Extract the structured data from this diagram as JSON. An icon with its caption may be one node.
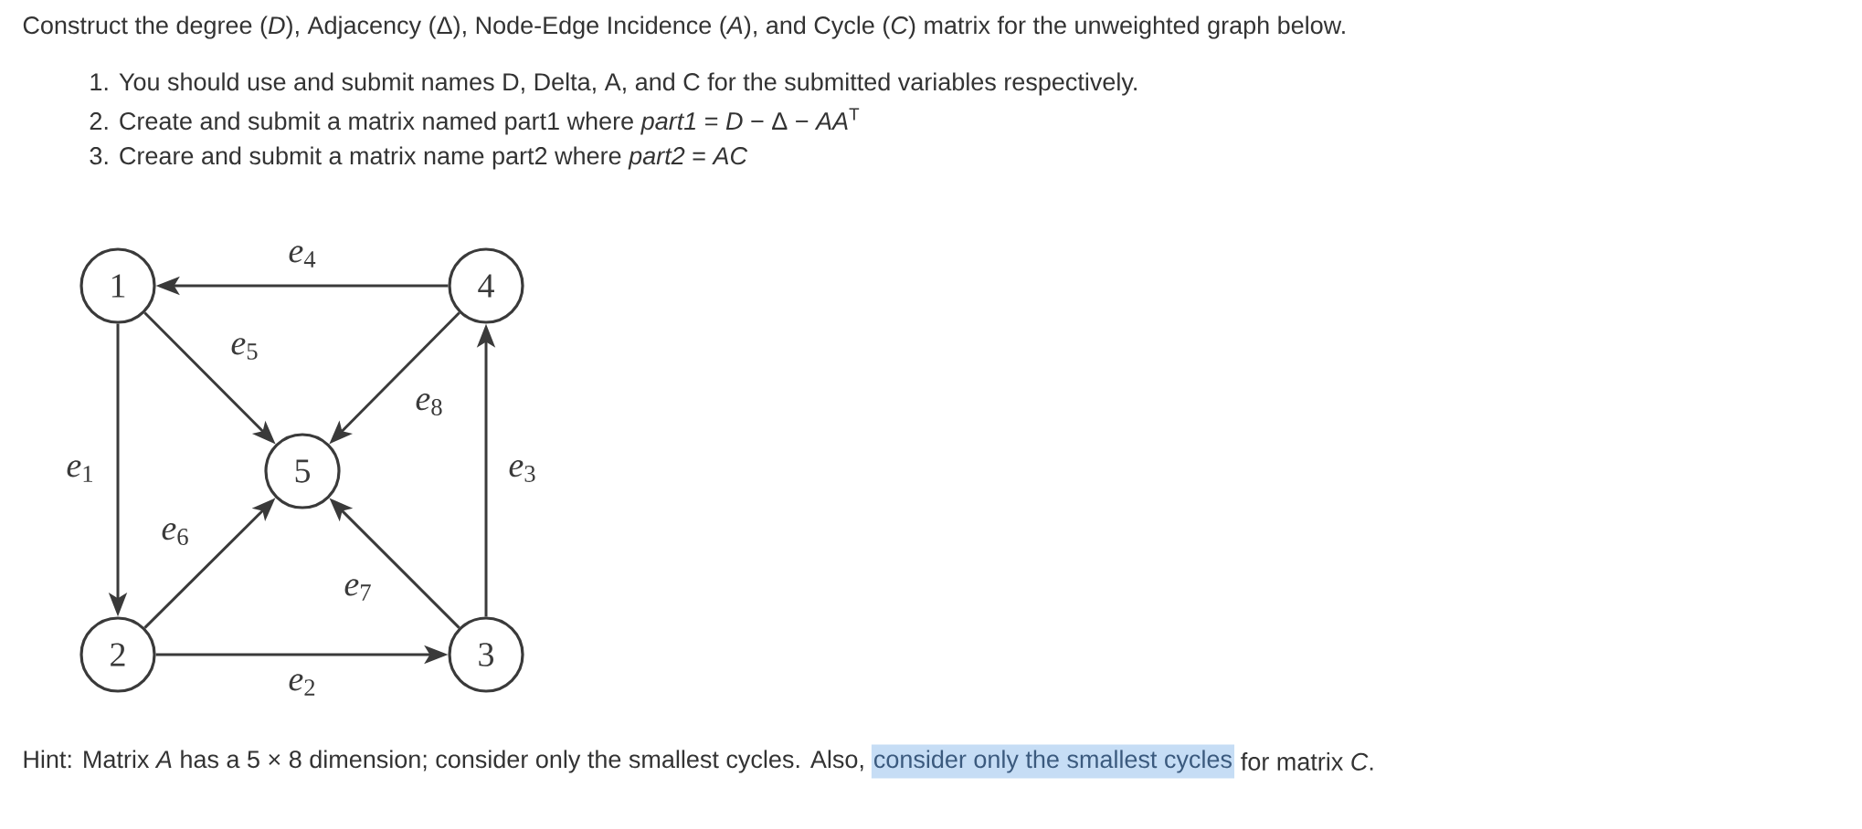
{
  "diagram": {
    "nodes": [
      {
        "text": [
          "1"
        ]
      },
      {
        "text": [
          "2"
        ]
      },
      {
        "text": [
          "3"
        ]
      },
      {
        "text": [
          "4"
        ]
      },
      {
        "text": [
          "5"
        ]
      }
    ],
    "edges": [
      {
        "from": 0,
        "to": 1,
        "arrow": "to",
        "label": "*e*$_{1}$"
      },
      {
        "from": 1,
        "to": 2,
        "arrow": "to",
        "label": "*e*$_{2}$"
      },
      {
        "from": 2,
        "to": 3,
        "arrow": "to",
        "label": "*e*$_{3}$"
      },
      {
        "from": 3,
        "to": 0,
        "arrow": "to",
        "label": "*e*$_{4}$"
      },
      {
        "from": 0,
        "to": 4,
        "arrow": "to",
        "label": "*e*$_{5}$"
      },
      {
        "from": 1,
        "to": 4,
        "arrow": "to",
        "label": "*e*$_{6}$"
      },
      {
        "from": 2,
        "to": 4,
        "arrow": "to",
        "label": "*e*$_{7}$"
      },
      {
        "from": 3,
        "to": 4,
        "arrow": "to",
        "label": "*e*$_{8}$"
      }
    ],
    "labels": [
      "Construct the degree (*D*), Adjacency (Δ), Node-Edge Incidence (*A*), and Cycle (*C*) matrix for the unweighted graph below.",
      "1. You should use and submit names D, Delta, A, and C for the submitted variables respectively.",
      "2. Create and submit a matrix named part1 where *part1* = *D* − Δ − *AA*$^{T}$",
      "3. Creare and submit a matrix name part2 where *part2* = *AC*",
      "Hint: Matrix *A* has a 5 × 8 dimension; consider only the smallest cycles. Also,",
      "consider only the smallest cycles",
      "for matrix *C*."
    ]
  }
}
